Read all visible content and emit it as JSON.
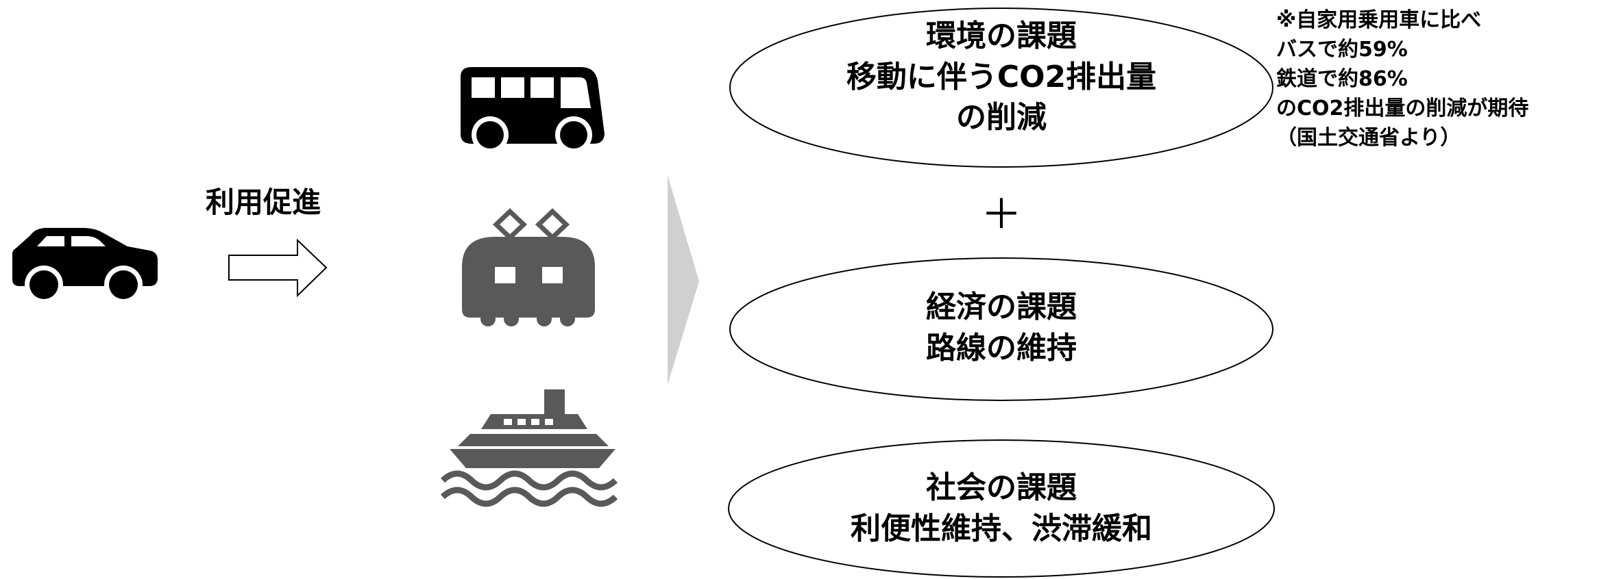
{
  "action_label": "利用促進",
  "plus_sign": "＋",
  "colors": {
    "icon_black": "#000000",
    "icon_gray": "#595959",
    "chevron_gray": "#d0d0d0",
    "outline": "#000000",
    "background": "#ffffff"
  },
  "icons": {
    "car": "car-icon",
    "bus": "bus-icon",
    "train": "train-icon",
    "ship": "ship-icon",
    "arrow": "hollow-right-arrow-icon",
    "chevron": "chevron-right-icon"
  },
  "issues": {
    "environment": {
      "line1": "環境の課題",
      "line2": "移動に伴うCO2排出量",
      "line3": "の削減"
    },
    "economy": {
      "line1": "経済の課題",
      "line2": "路線の維持"
    },
    "society": {
      "line1": "社会の課題",
      "line2": "利便性維持、渋滞緩和"
    }
  },
  "note": {
    "line1": "※自家用乗用車に比べ",
    "line2": "バスで約59%",
    "line3": "鉄道で約86%",
    "line4": "のCO2排出量の削減が期待",
    "line5": "（国土交通省より）"
  }
}
